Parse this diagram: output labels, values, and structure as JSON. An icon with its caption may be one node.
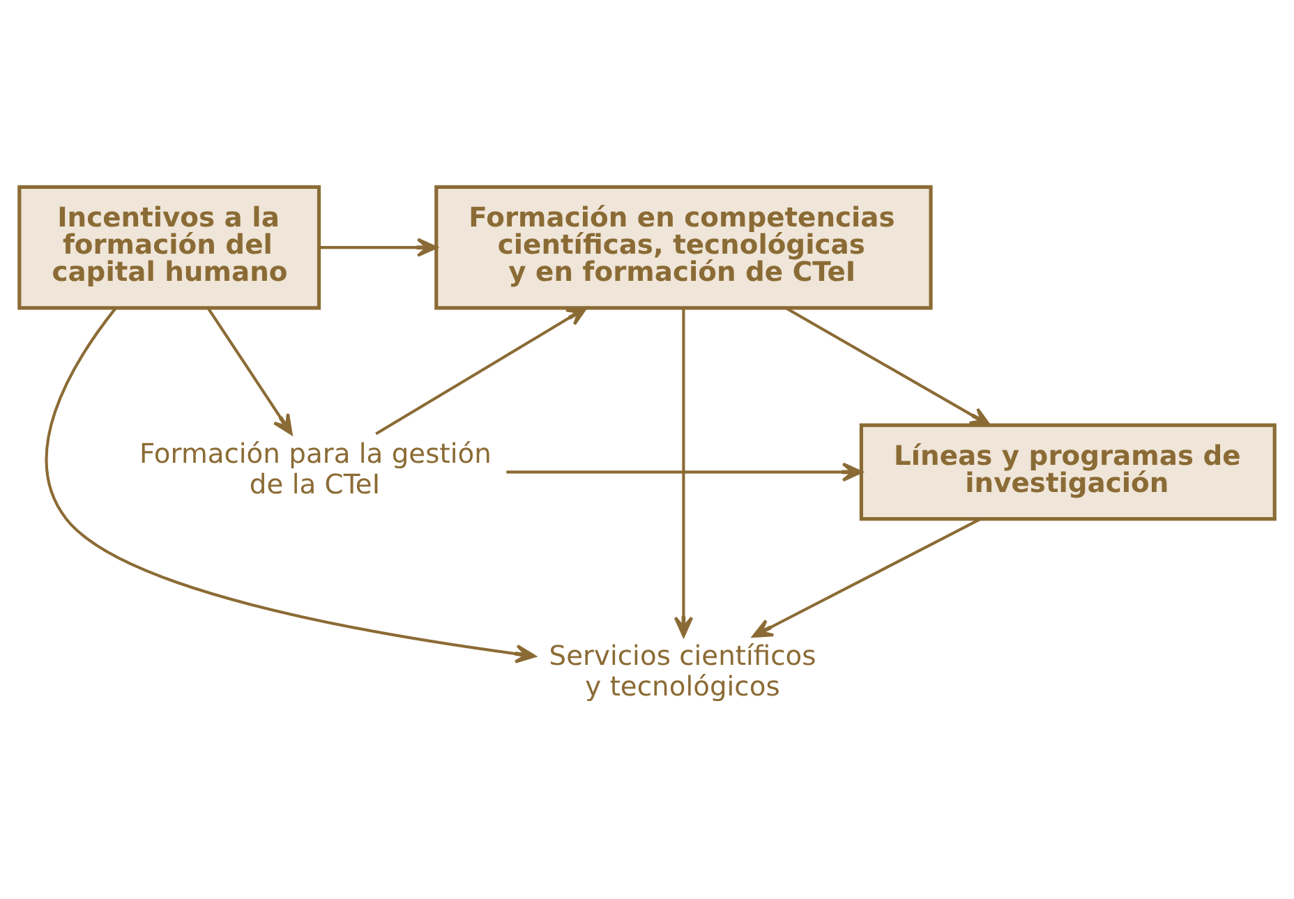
{
  "diagram": {
    "nodes": [
      {
        "text": [
          "Formación en competencias científicas, tecnológicas y en formación de CTeI"
        ]
      },
      {
        "text": [
          "Incentivos a la formación del capital humano"
        ]
      },
      {
        "text": [
          "Servicios científicos y tecnológicos"
        ]
      },
      {
        "text": [
          "Líneas y programas de investigación"
        ]
      },
      {
        "text": [
          "Formación para la gestión de la CTeI"
        ]
      }
    ],
    "edges": [
      {
        "from": 0,
        "to": 2,
        "arrow": "to"
      },
      {
        "from": 0,
        "to": 3,
        "arrow": "to"
      },
      {
        "from": 1,
        "to": 0,
        "arrow": "to"
      },
      {
        "from": 1,
        "to": 2,
        "arrow": "to"
      },
      {
        "from": 1,
        "to": 4,
        "arrow": "to"
      },
      {
        "from": 3,
        "to": 2,
        "arrow": "to"
      },
      {
        "from": 4,
        "to": 0,
        "arrow": "to"
      },
      {
        "from": 4,
        "to": 3,
        "arrow": "to"
      }
    ]
  }
}
